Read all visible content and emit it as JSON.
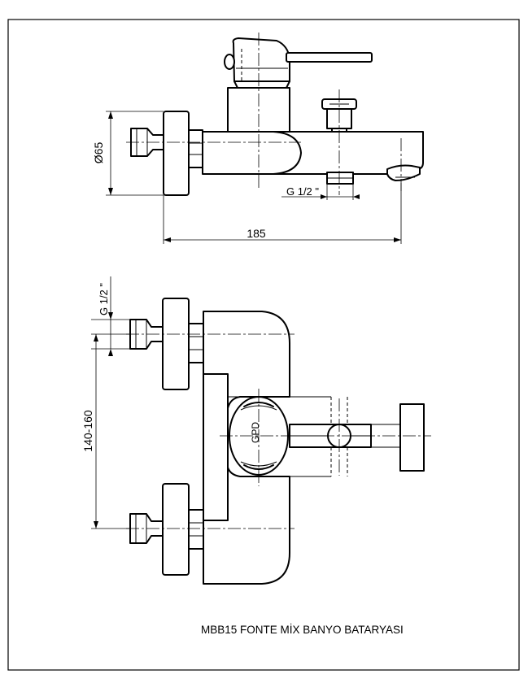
{
  "drawing": {
    "title": "MBB15 FONTE  MİX BANYO BATARYASI",
    "brand_mark": "GPD"
  },
  "dimensions": {
    "diameter": "Ø65",
    "thread_side": "G 1/2 \"",
    "thread_front": "G 1/2 \"",
    "length": "185",
    "center_distance": "140-160"
  }
}
